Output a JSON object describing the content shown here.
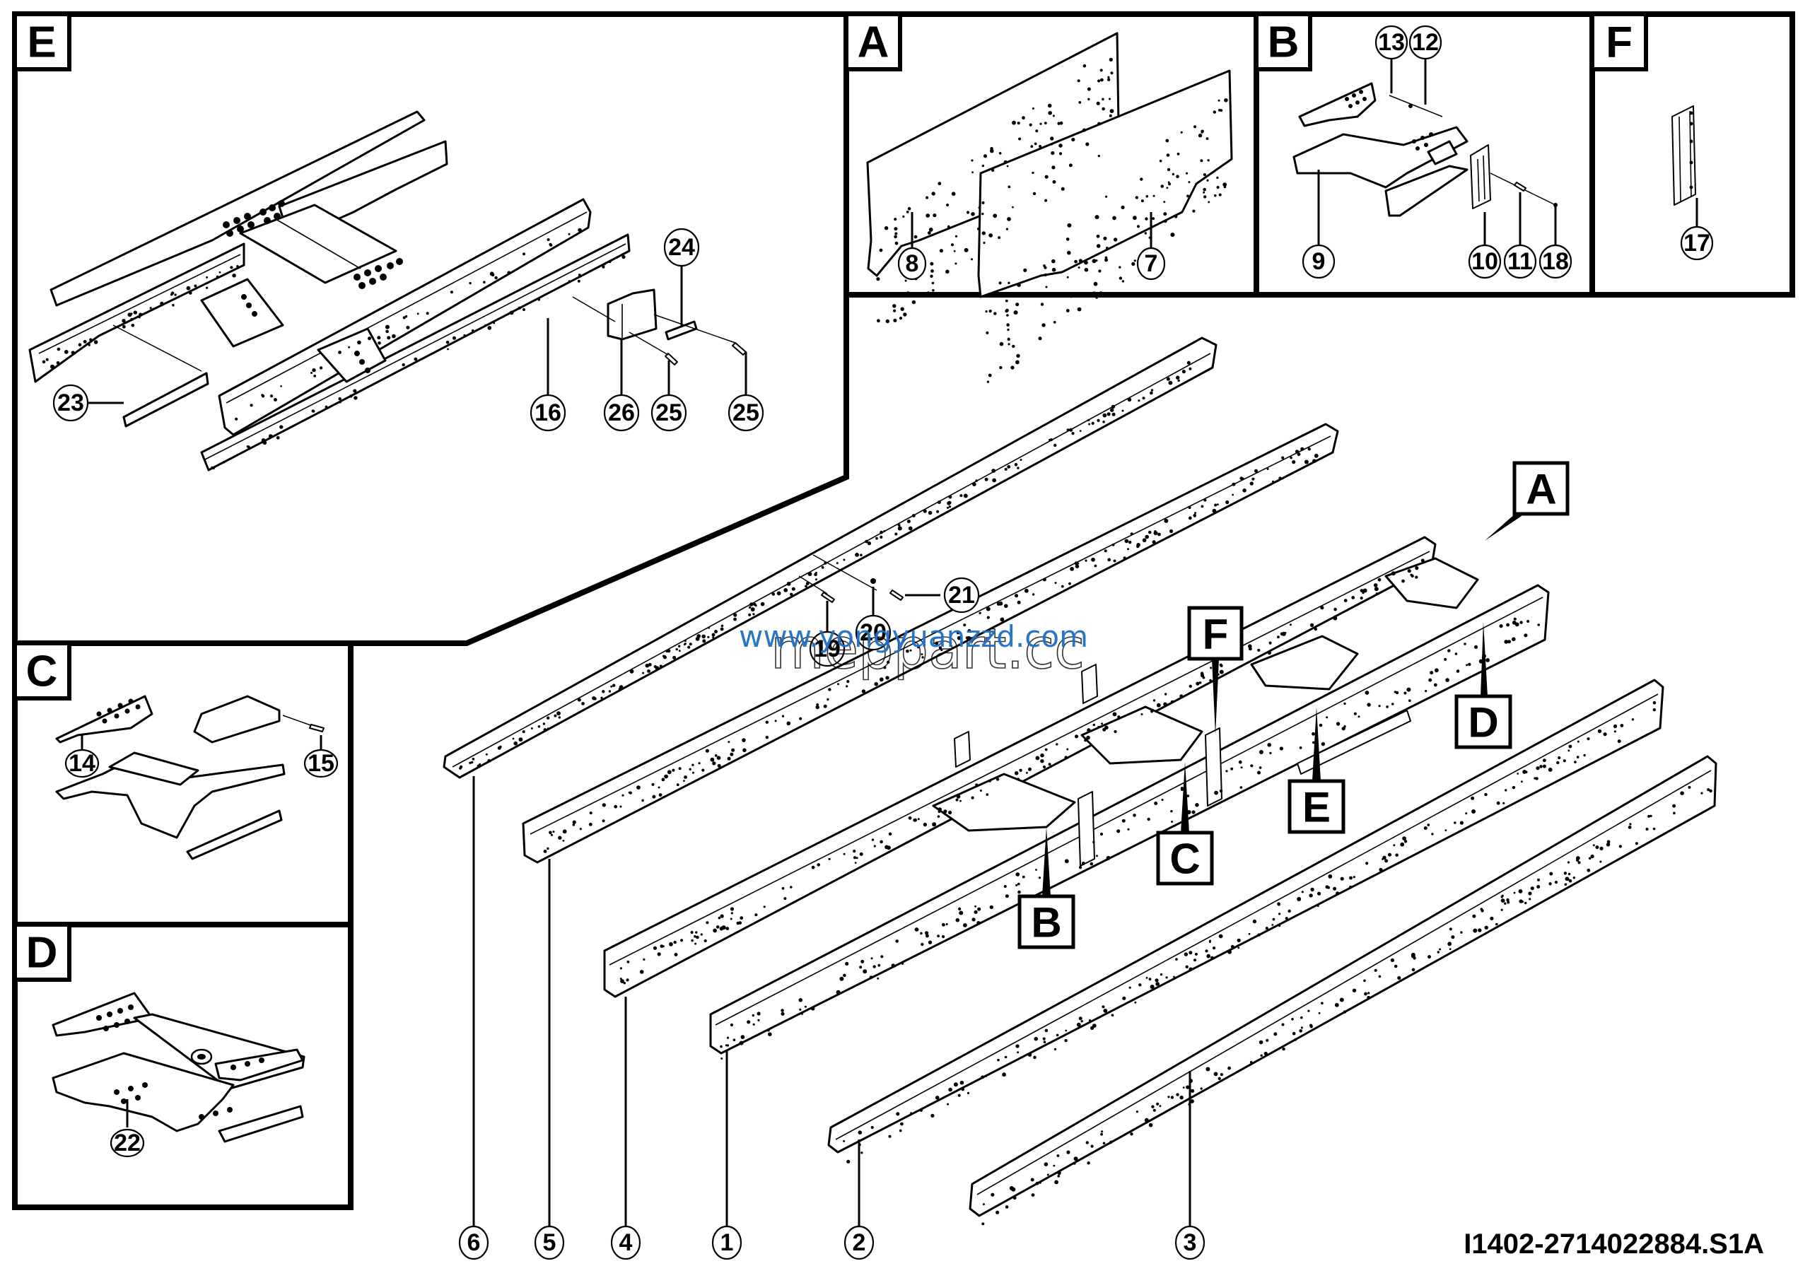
{
  "drawing_code": "I1402-2714022884.S1A",
  "watermarks": {
    "primary": "www.yongyuanzzd.com",
    "secondary": "meppart.cc",
    "primary_color": "#1f6fc4"
  },
  "panels": {
    "E": {
      "label": "E",
      "callouts": [
        "16",
        "23",
        "24",
        "25",
        "25",
        "26"
      ]
    },
    "A": {
      "label": "A",
      "callouts": [
        "8",
        "7"
      ]
    },
    "B": {
      "label": "B",
      "callouts": [
        "13",
        "12",
        "9",
        "10",
        "11",
        "18"
      ]
    },
    "F": {
      "label": "F",
      "callouts": [
        "17"
      ]
    },
    "C": {
      "label": "C",
      "callouts": [
        "14",
        "15"
      ]
    },
    "D": {
      "label": "D",
      "callouts": [
        "22"
      ]
    }
  },
  "main_view": {
    "detail_refs": [
      "A",
      "D",
      "E",
      "F",
      "C",
      "B"
    ],
    "callouts": {
      "c6": "6",
      "c5": "5",
      "c4": "4",
      "c1": "1",
      "c2": "2",
      "c3": "3",
      "c21": "21",
      "c19": "19",
      "c20": "20"
    }
  },
  "callouts": {
    "e16": "16",
    "e23": "23",
    "e24": "24",
    "e25a": "25",
    "e25b": "25",
    "e26": "26",
    "a8": "8",
    "a7": "7",
    "b13": "13",
    "b12": "12",
    "b9": "9",
    "b10": "10",
    "b11": "11",
    "b18": "18",
    "f17": "17",
    "c14": "14",
    "c15": "15",
    "d22": "22"
  }
}
